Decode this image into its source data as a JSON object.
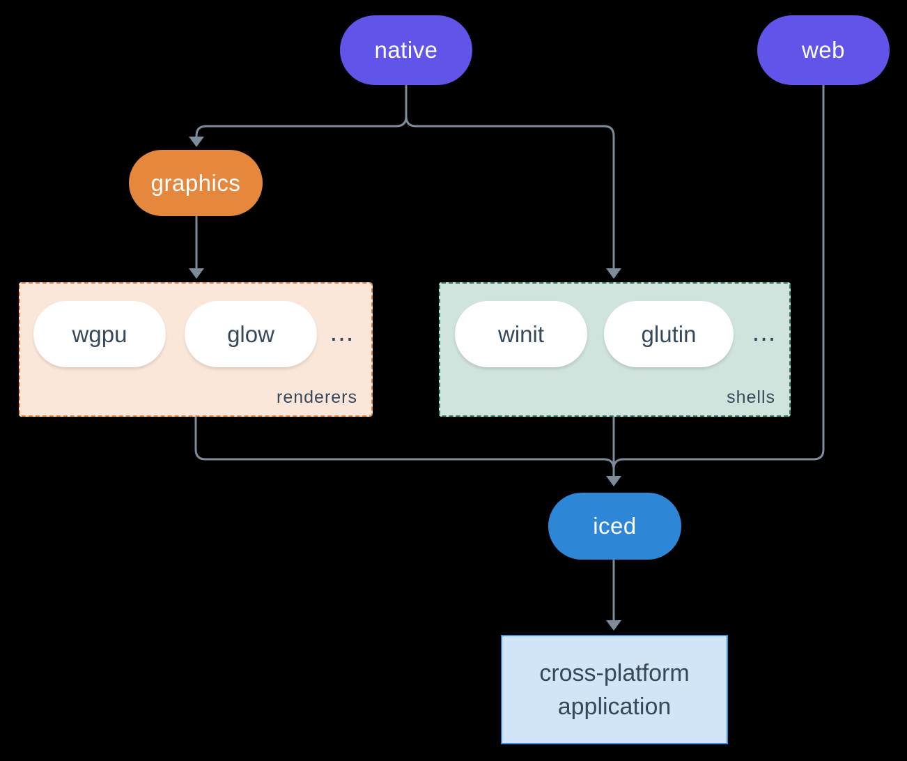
{
  "nodes": {
    "native": {
      "label": "native",
      "fill": "#6154e8",
      "text_color": "#ffffff"
    },
    "web": {
      "label": "web",
      "fill": "#6154e8",
      "text_color": "#ffffff"
    },
    "graphics": {
      "label": "graphics",
      "fill": "#e5873d",
      "text_color": "#ffffff"
    },
    "iced": {
      "label": "iced",
      "fill": "#2e86d6",
      "text_color": "#ffffff"
    },
    "application": {
      "label": "cross-platform application",
      "fill": "#d2e4f7",
      "border": "#3d8fdd",
      "text_color": "#35495c"
    }
  },
  "groups": {
    "renderers": {
      "label": "renderers",
      "ellipsis": "...",
      "fill": "#fbe7da",
      "border": "#e5873d",
      "items": [
        {
          "label": "wgpu"
        },
        {
          "label": "glow"
        }
      ]
    },
    "shells": {
      "label": "shells",
      "ellipsis": "...",
      "fill": "#d0e3dd",
      "border": "#2a7f6f",
      "items": [
        {
          "label": "winit"
        },
        {
          "label": "glutin"
        }
      ]
    }
  },
  "edges": [
    {
      "from": "native",
      "to": "graphics"
    },
    {
      "from": "native",
      "to": "shells"
    },
    {
      "from": "graphics",
      "to": "renderers"
    },
    {
      "from": "renderers",
      "to": "iced"
    },
    {
      "from": "shells",
      "to": "iced"
    },
    {
      "from": "web",
      "to": "iced"
    },
    {
      "from": "iced",
      "to": "application"
    }
  ],
  "style": {
    "background": "#000000",
    "connector_color": "#7d8c9b",
    "dark_text": "#35495c",
    "item_pill_fill": "#ffffff"
  }
}
